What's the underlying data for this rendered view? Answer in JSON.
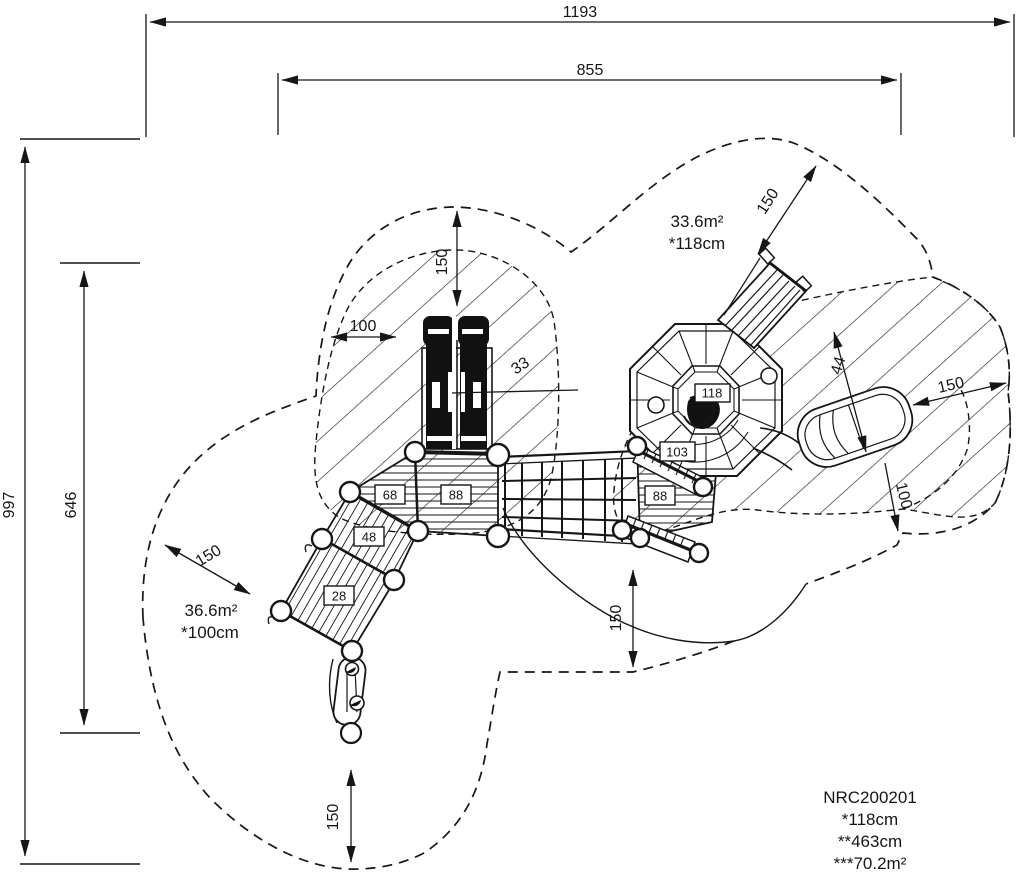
{
  "drawing": {
    "product_code": "NRC200201",
    "footnotes": {
      "line1": "*118cm",
      "line2": "**463cm",
      "line3": "***70.2m²"
    },
    "dims": {
      "total_width": "1193",
      "inner_width": "855",
      "total_height": "997",
      "inner_height": "646",
      "top_clearance": "150",
      "left_gap": "100",
      "tower_gap": "33",
      "upper_right_clearance": "150",
      "slide_width": "44",
      "right_clearance": "150",
      "right_lower_gap": "100",
      "left_clearance": "150",
      "bottom_center_clearance": "150",
      "bottom_left_clearance": "150"
    },
    "zones": {
      "right": {
        "area": "33.6m²",
        "critical_height": "*118cm"
      },
      "left": {
        "area": "36.6m²",
        "critical_height": "*100cm"
      }
    },
    "platforms": {
      "p68": "68",
      "p88_left": "88",
      "p48": "48",
      "p28": "28",
      "p88_right": "88",
      "p103": "103",
      "p118": "118"
    },
    "colors": {
      "line": "#161616",
      "background": "#ffffff"
    }
  }
}
